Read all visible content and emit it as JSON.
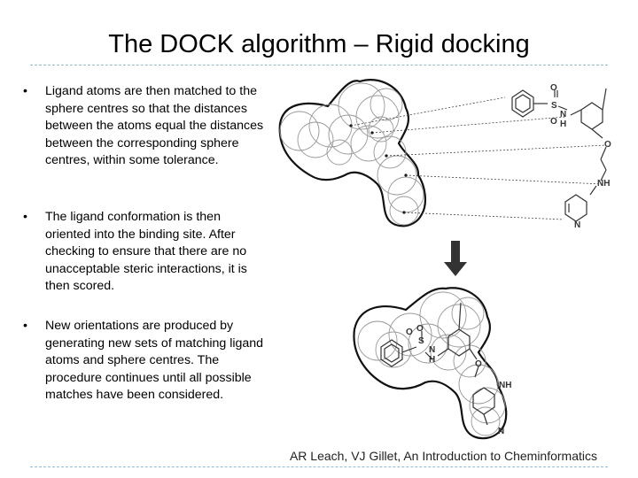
{
  "slide": {
    "title": "The DOCK algorithm – Rigid docking",
    "bullet_marker": "•",
    "bullets": [
      "Ligand atoms are then matched to the sphere centres so that the distances between the atoms equal the distances between the corresponding sphere centres, within some tolerance.",
      "The ligand conformation is then oriented into the binding site. After checking to ensure that there are no unacceptable steric interactions, it is then scored.",
      "New orientations are produced by generating new sets of matching ligand atoms and sphere centres. The procedure continues until all possible matches have been considered."
    ],
    "citation": "AR Leach, VJ Gillet, An Introduction to Cheminformatics"
  },
  "figure": {
    "top_labels": {
      "o1": "O",
      "s": "S",
      "o2": "O",
      "nh_n": "N",
      "nh_h": "H",
      "ether_o": "O",
      "nh": "NH",
      "py_n": "N"
    },
    "bottom_labels": {
      "o1": "O",
      "s": "S",
      "o2": "O",
      "nh_n": "N",
      "nh_h": "H",
      "ether_o": "O",
      "nh": "NH",
      "py_n": "N"
    },
    "arrow_icon": "down-arrow-icon"
  }
}
